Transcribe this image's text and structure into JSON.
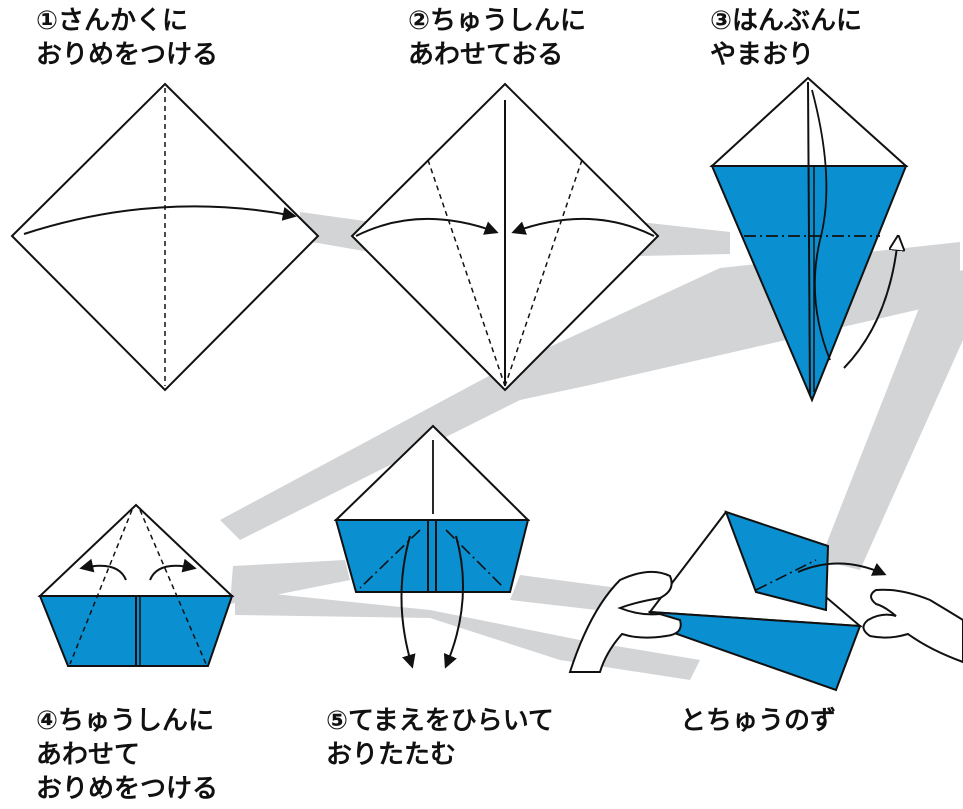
{
  "colors": {
    "paper_blue": "#0a8fd0",
    "guide_gray": "#d2d4d6",
    "line": "#111111",
    "paper_white": "#ffffff"
  },
  "steps": [
    {
      "id": "step1",
      "lines": [
        "①さんかくに",
        "おりめをつける"
      ]
    },
    {
      "id": "step2",
      "lines": [
        "②ちゅうしんに",
        "あわせておる"
      ]
    },
    {
      "id": "step3",
      "lines": [
        "③はんぶんに",
        "やまおり"
      ]
    },
    {
      "id": "step4",
      "lines": [
        "④ちゅうしんに",
        "あわせて",
        "おりめをつける"
      ]
    },
    {
      "id": "step5",
      "lines": [
        "⑤てまえをひらいて",
        "おりたたむ"
      ]
    },
    {
      "id": "midway",
      "lines": [
        "とちゅうのず"
      ]
    }
  ]
}
